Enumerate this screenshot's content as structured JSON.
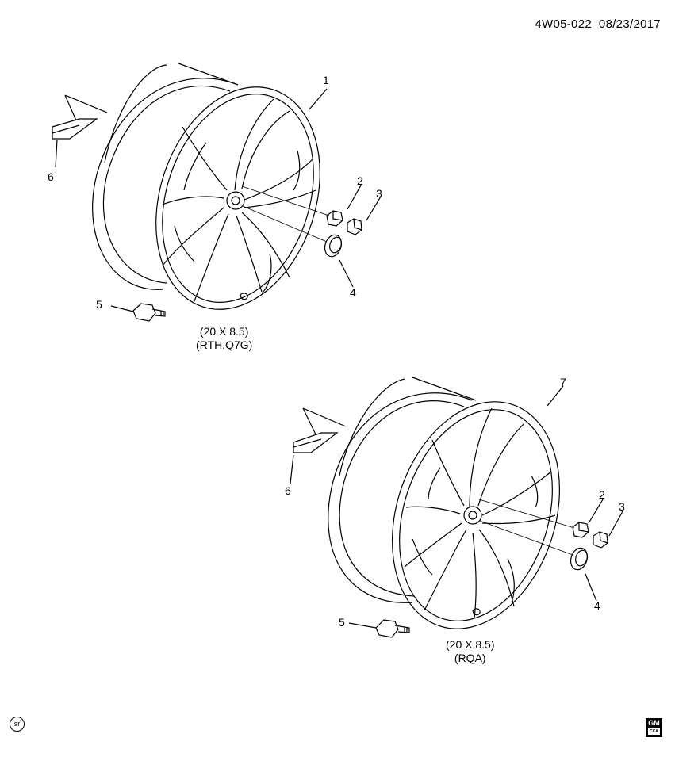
{
  "header": {
    "doc_code": "4W05-022",
    "date": "08/23/2017"
  },
  "callouts_upper": [
    "1",
    "2",
    "3",
    "4",
    "5",
    "6"
  ],
  "callouts_lower": [
    "7",
    "2",
    "3",
    "4",
    "5",
    "6"
  ],
  "spec_upper": {
    "size": "(20 X 8.5)",
    "codes": "(RTH,Q7G)"
  },
  "spec_lower": {
    "size": "(20 X 8.5)",
    "codes": "(RQA)"
  },
  "footer": {
    "sr_mark": "sr",
    "gm_logo": "GM",
    "gm_sub": "CCA"
  }
}
